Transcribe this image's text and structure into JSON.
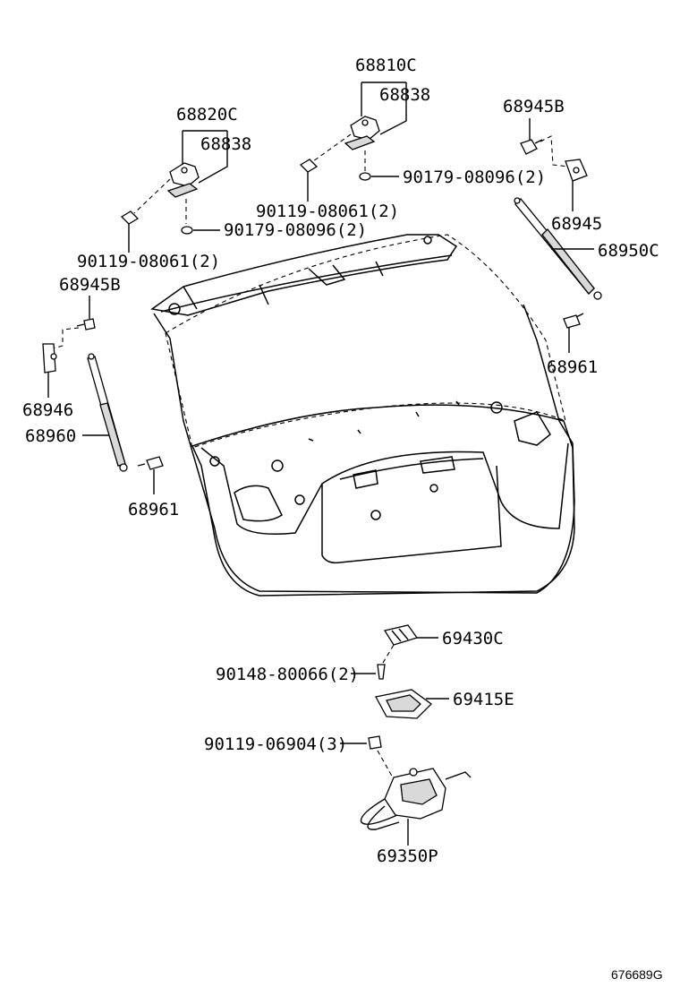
{
  "labels": {
    "p68810c": "68810C",
    "p68838_top": "68838",
    "p68820c": "68820C",
    "p68838_left": "68838",
    "p68945b_right": "68945B",
    "p90179_top": "90179-08096(2)",
    "p90119_mid": "90119-08061(2)",
    "p90179_mid": "90179-08096(2)",
    "p68945": "68945",
    "p90119_left": "90119-08061(2)",
    "p68950c": "68950C",
    "p68945b_left": "68945B",
    "p68961_right": "68961",
    "p68946": "68946",
    "p68960": "68960",
    "p68961_left": "68961",
    "p69430c": "69430C",
    "p90148": "90148-80066(2)",
    "p69415e": "69415E",
    "p90119_low": "90119-06904(3)",
    "p69350p": "69350P",
    "drawing_no": "676689G"
  }
}
